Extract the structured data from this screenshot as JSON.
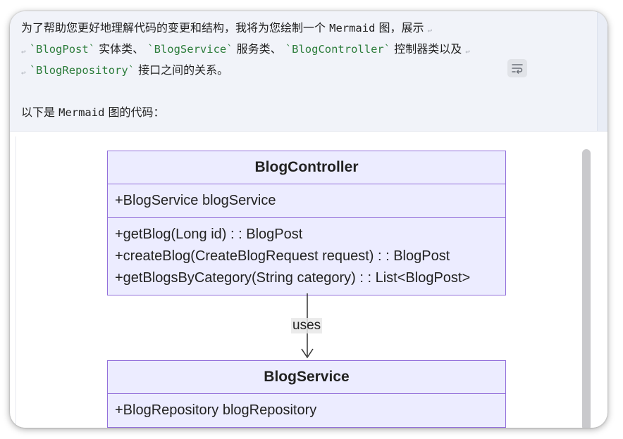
{
  "message": {
    "line1_text": "为了帮助您更好地理解代码的变更和结构，我将为您绘制一个",
    "line1_mono": "Mermaid",
    "line1_tail": "图，展示",
    "line2_code1": "`BlogPost`",
    "line2_text1": "实体类、",
    "line2_code2": "`BlogService`",
    "line2_text2": "服务类、",
    "line2_code3": "`BlogController`",
    "line2_text3": "控制器类以及",
    "line3_code1": "`BlogRepository`",
    "line3_text1": "接口之间的关系。",
    "line4_text": "以下是",
    "line4_mono": "Mermaid",
    "line4_tail": "图的代码：",
    "wrap_glyph": "↩"
  },
  "toolbar": {
    "soft_wrap_icon": "soft-wrap-icon"
  },
  "diagram": {
    "classes": [
      {
        "name": "BlogController",
        "attributes": [
          "+BlogService blogService"
        ],
        "methods": [
          "+getBlog(Long id) : : BlogPost",
          "+createBlog(CreateBlogRequest request) : : BlogPost",
          "+getBlogsByCategory(String category) : : List<BlogPost>"
        ]
      },
      {
        "name": "BlogService",
        "attributes": [
          "+BlogRepository blogRepository"
        ],
        "methods": []
      }
    ],
    "relations": [
      {
        "from": "BlogController",
        "to": "BlogService",
        "label": "uses"
      }
    ],
    "colors": {
      "class_fill": "#ececff",
      "class_border": "#9370db",
      "code_text": "#2d7d3c"
    }
  }
}
